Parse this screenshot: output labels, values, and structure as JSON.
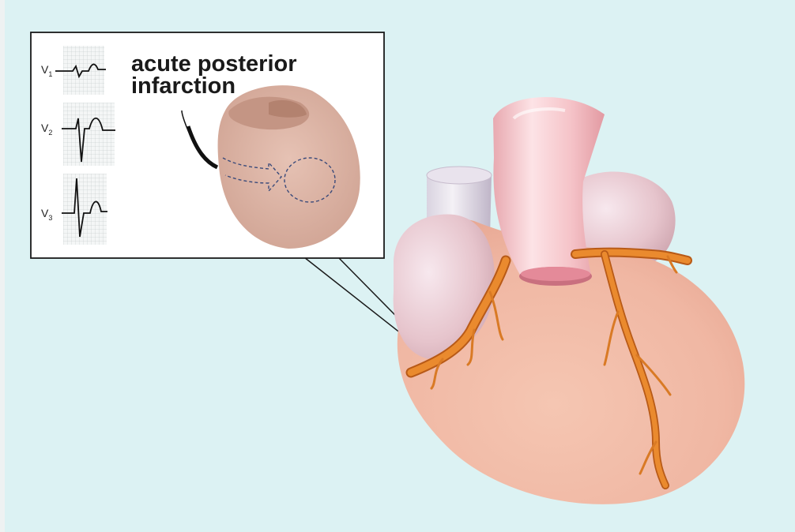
{
  "callout": {
    "title_line1": "acute posterior",
    "title_line2": "infarction"
  },
  "ecg_leads": [
    {
      "lead": "V",
      "sub": "1"
    },
    {
      "lead": "V",
      "sub": "2"
    },
    {
      "lead": "V",
      "sub": "3"
    }
  ],
  "colors": {
    "background": "#dcf2f3",
    "myocardium": "#f0bca8",
    "aorta": "#f4c6c6",
    "coronary_artery": "#e8862c",
    "callout_border": "#1a1a1a"
  }
}
